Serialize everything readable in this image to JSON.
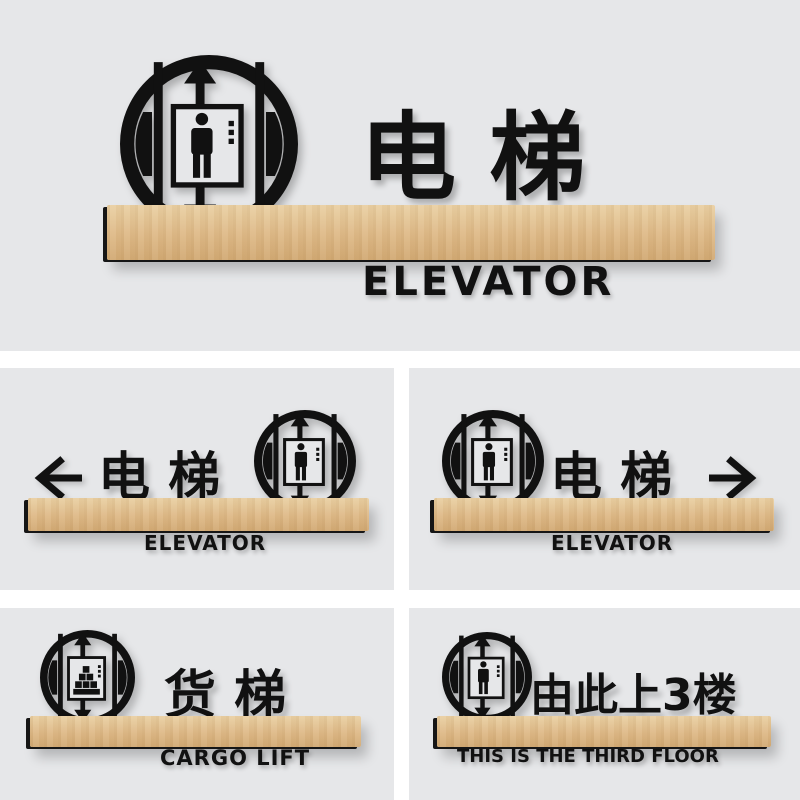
{
  "signs": [
    {
      "cn": "电 梯",
      "en": "ELEVATOR",
      "icon": "elevator-icon"
    },
    {
      "cn": "电 梯",
      "en": "ELEVATOR",
      "icon": "elevator-icon",
      "arrow": "left-arrow-icon"
    },
    {
      "cn": "电 梯",
      "en": "ELEVATOR",
      "icon": "elevator-icon",
      "arrow": "right-arrow-icon"
    },
    {
      "cn": "货 梯",
      "en": "CARGO LIFT",
      "icon": "cargo-lift-icon"
    },
    {
      "cn": "由此上3楼",
      "en": "THIS IS THE THIRD FLOOR",
      "icon": "elevator-icon"
    }
  ],
  "colors": {
    "panel": "#e6e7e9",
    "ink": "#111111",
    "wood": "#deb987"
  }
}
